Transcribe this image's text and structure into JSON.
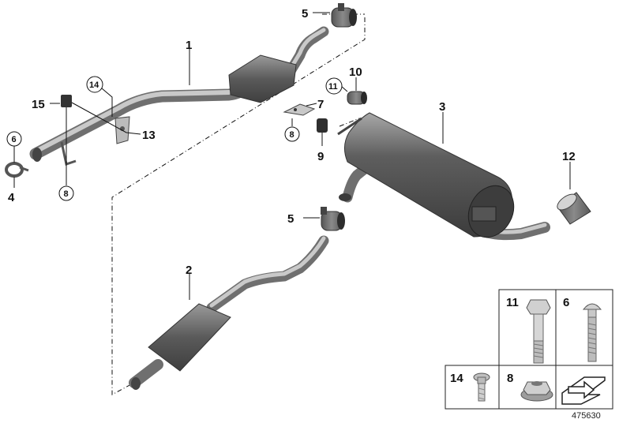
{
  "diagram": {
    "callouts": {
      "p1": "1",
      "p2": "2",
      "p3": "3",
      "p4": "4",
      "p5a": "5",
      "p5b": "5",
      "p6": "6",
      "p7": "7",
      "p8a": "8",
      "p8b": "8",
      "p9": "9",
      "p10": "10",
      "p11": "11",
      "p12": "12",
      "p13": "13",
      "p14": "14",
      "p15": "15"
    },
    "legend": {
      "bolt_11": "11",
      "bolt_6": "6",
      "screw_14": "14",
      "nut_8": "8"
    },
    "image_number": "475630"
  }
}
